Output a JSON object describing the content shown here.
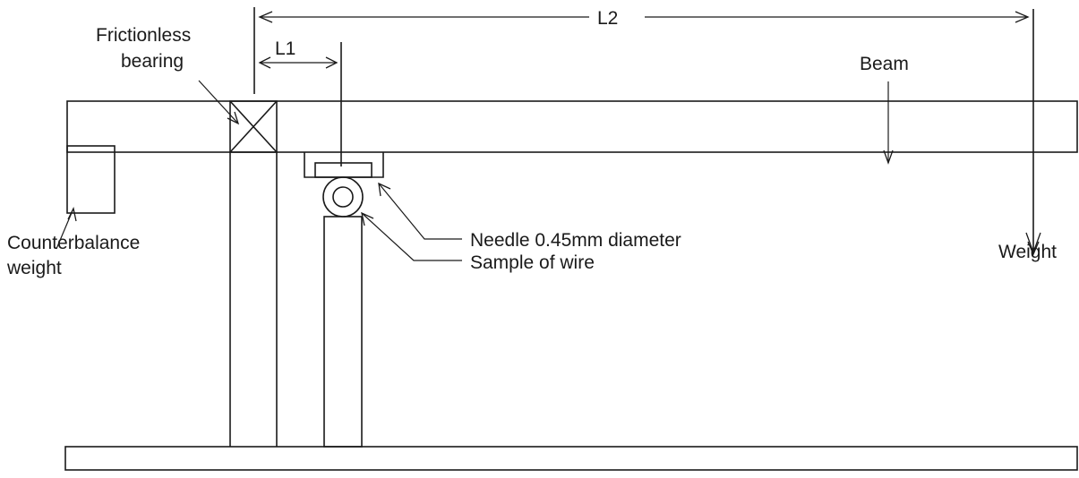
{
  "labels": {
    "bearing_line1": "Frictionless",
    "bearing_line2": "bearing",
    "l1": "L1",
    "l2": "L2",
    "beam": "Beam",
    "needle": "Needle 0.45mm diameter",
    "sample": "Sample of wire",
    "counterbalance_line1": "Counterbalance",
    "counterbalance_line2": "weight",
    "weight": "Weight"
  }
}
